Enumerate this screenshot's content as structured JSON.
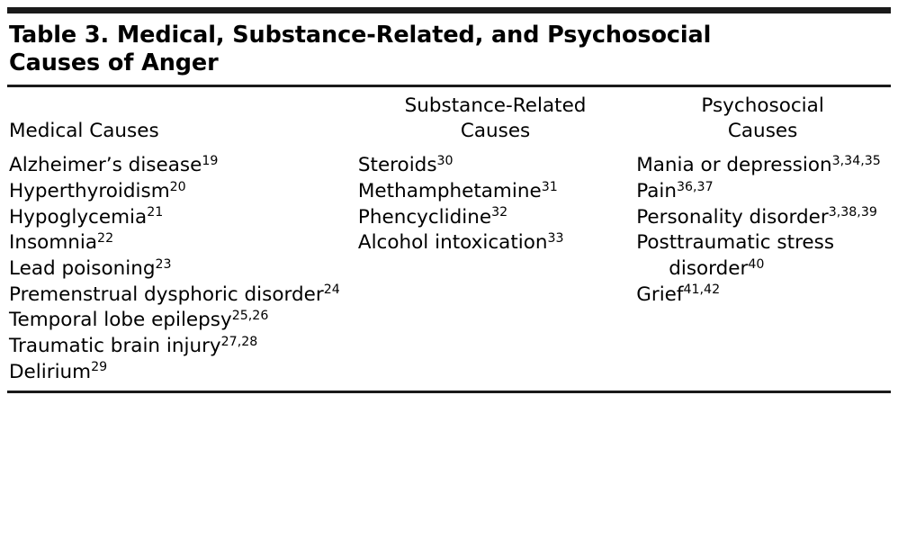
{
  "table": {
    "title": "Table 3. Medical, Substance-Related, and Psychosocial Causes of Anger",
    "headers": [
      {
        "label": "Medical Causes",
        "lines": [
          "Medical Causes"
        ],
        "align": "left"
      },
      {
        "label": "Substance-Related Causes",
        "lines": [
          "Substance-Related",
          "Causes"
        ],
        "align": "center"
      },
      {
        "label": "Psychosocial Causes",
        "lines": [
          "Psychosocial",
          "Causes"
        ],
        "align": "center"
      }
    ],
    "columns": [
      {
        "name": "medical-causes",
        "items": [
          {
            "text": "Alzheimer’s disease",
            "ref": "19"
          },
          {
            "text": "Hyperthyroidism",
            "ref": "20"
          },
          {
            "text": "Hypoglycemia",
            "ref": "21"
          },
          {
            "text": "Insomnia",
            "ref": "22"
          },
          {
            "text": "Lead poisoning",
            "ref": "23"
          },
          {
            "text": "Premenstrual dysphoric disorder",
            "ref": "24"
          },
          {
            "text": "Temporal lobe epilepsy",
            "ref": "25,26"
          },
          {
            "text": "Traumatic brain injury",
            "ref": "27,28"
          },
          {
            "text": "Delirium",
            "ref": "29"
          }
        ]
      },
      {
        "name": "substance-related-causes",
        "items": [
          {
            "text": "Steroids",
            "ref": "30"
          },
          {
            "text": "Methamphetamine",
            "ref": "31"
          },
          {
            "text": "Phencyclidine",
            "ref": "32"
          },
          {
            "text": "Alcohol intoxication",
            "ref": "33"
          }
        ]
      },
      {
        "name": "psychosocial-causes",
        "items": [
          {
            "text": "Mania or depression",
            "ref": "3,34,35"
          },
          {
            "text": "Pain",
            "ref": "36,37"
          },
          {
            "text": "Personality disorder",
            "ref": "3,38,39"
          },
          {
            "text": "Posttraumatic stress disorder",
            "ref": "40"
          },
          {
            "text": "Grief",
            "ref": "41,42"
          }
        ]
      }
    ]
  }
}
